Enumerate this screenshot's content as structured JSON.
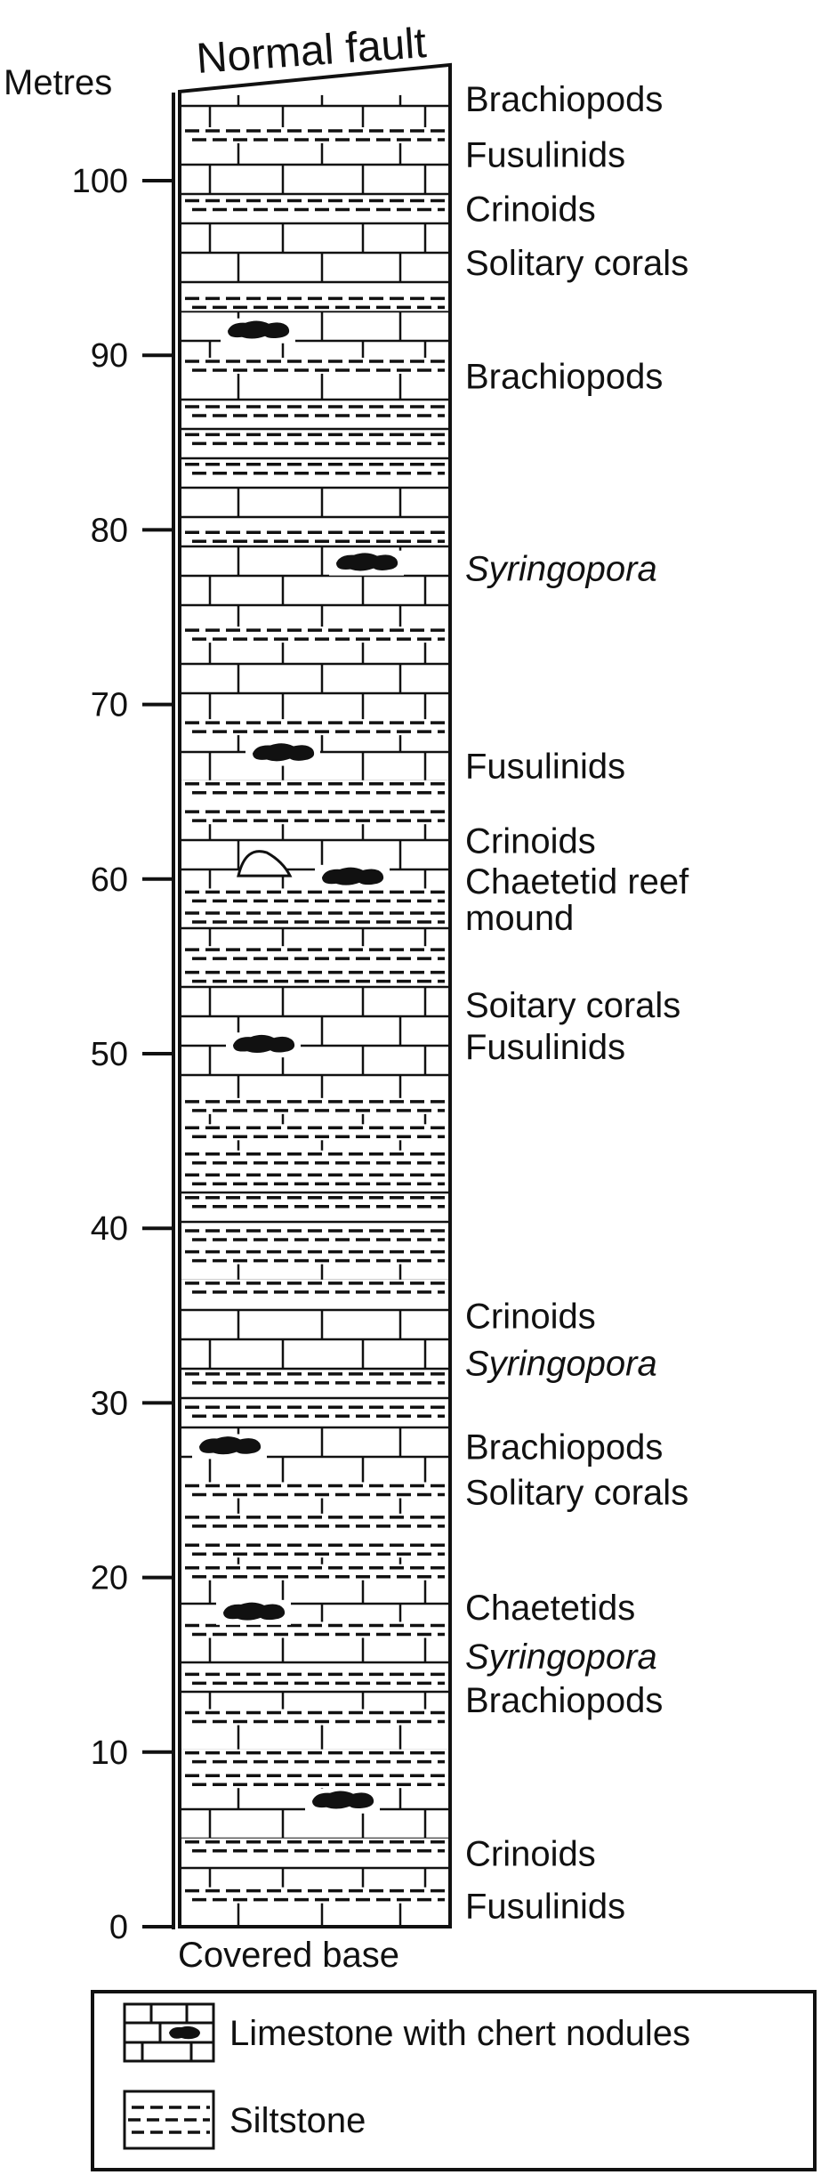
{
  "axis": {
    "title": "Metres",
    "min": 0,
    "max": 100,
    "ticks": [
      "0",
      "10",
      "20",
      "30",
      "40",
      "50",
      "60",
      "70",
      "80",
      "90",
      "100"
    ]
  },
  "column": {
    "top_label": "Normal fault",
    "bottom_label": "Covered base",
    "top_metres": 105
  },
  "siltstone_beds_metres": [
    1.8,
    4.6,
    8.4,
    9.7,
    12.0,
    14.2,
    17.0,
    20.3,
    21.6,
    23.2,
    25.0,
    29.5,
    31.4,
    36.6,
    38.4,
    39.6,
    41.5,
    42.8,
    44.0,
    45.5,
    47.0,
    54.4,
    55.7,
    57.8,
    59.0,
    63.6,
    65.2,
    68.7,
    74.0,
    79.6,
    83.5,
    85.2,
    86.8,
    89.4,
    93.0,
    98.6,
    102.6
  ],
  "chert_nodules_metres": [
    7.2,
    18.0,
    27.5,
    50.5,
    60.1,
    67.2,
    78.1,
    91.4
  ],
  "reef_mound_metres": 60.8,
  "fossil_labels": [
    {
      "text": "Brachiopods",
      "metres": 104.7,
      "italic": false
    },
    {
      "text": "Fusulinids",
      "metres": 101.5,
      "italic": false
    },
    {
      "text": "Crinoids",
      "metres": 98.4,
      "italic": false
    },
    {
      "text": "Solitary corals",
      "metres": 95.3,
      "italic": false
    },
    {
      "text": "Brachiopods",
      "metres": 88.8,
      "italic": false
    },
    {
      "text": "Syringopora",
      "metres": 77.8,
      "italic": true
    },
    {
      "text": "Fusulinids",
      "metres": 66.5,
      "italic": false
    },
    {
      "text": "Crinoids",
      "metres": 62.2,
      "italic": false
    },
    {
      "text": "Chaetetid reef",
      "metres": 59.9,
      "italic": false
    },
    {
      "text": "mound",
      "metres": 57.8,
      "italic": false
    },
    {
      "text": "Soitary corals",
      "metres": 52.8,
      "italic": false
    },
    {
      "text": "Fusulinids",
      "metres": 50.4,
      "italic": false
    },
    {
      "text": "Crinoids",
      "metres": 35.0,
      "italic": false
    },
    {
      "text": "Syringopora",
      "metres": 32.3,
      "italic": true
    },
    {
      "text": "Brachiopods",
      "metres": 27.5,
      "italic": false
    },
    {
      "text": "Solitary corals",
      "metres": 24.9,
      "italic": false
    },
    {
      "text": "Chaetetids",
      "metres": 18.3,
      "italic": false
    },
    {
      "text": "Syringopora",
      "metres": 15.5,
      "italic": true
    },
    {
      "text": "Brachiopods",
      "metres": 13.0,
      "italic": false
    },
    {
      "text": "Crinoids",
      "metres": 4.2,
      "italic": false
    },
    {
      "text": "Fusulinids",
      "metres": 1.2,
      "italic": false
    }
  ],
  "legend": {
    "items": [
      {
        "label": "Limestone with chert nodules",
        "symbol": "limestone-chert"
      },
      {
        "label": "Siltstone",
        "symbol": "siltstone"
      }
    ]
  }
}
